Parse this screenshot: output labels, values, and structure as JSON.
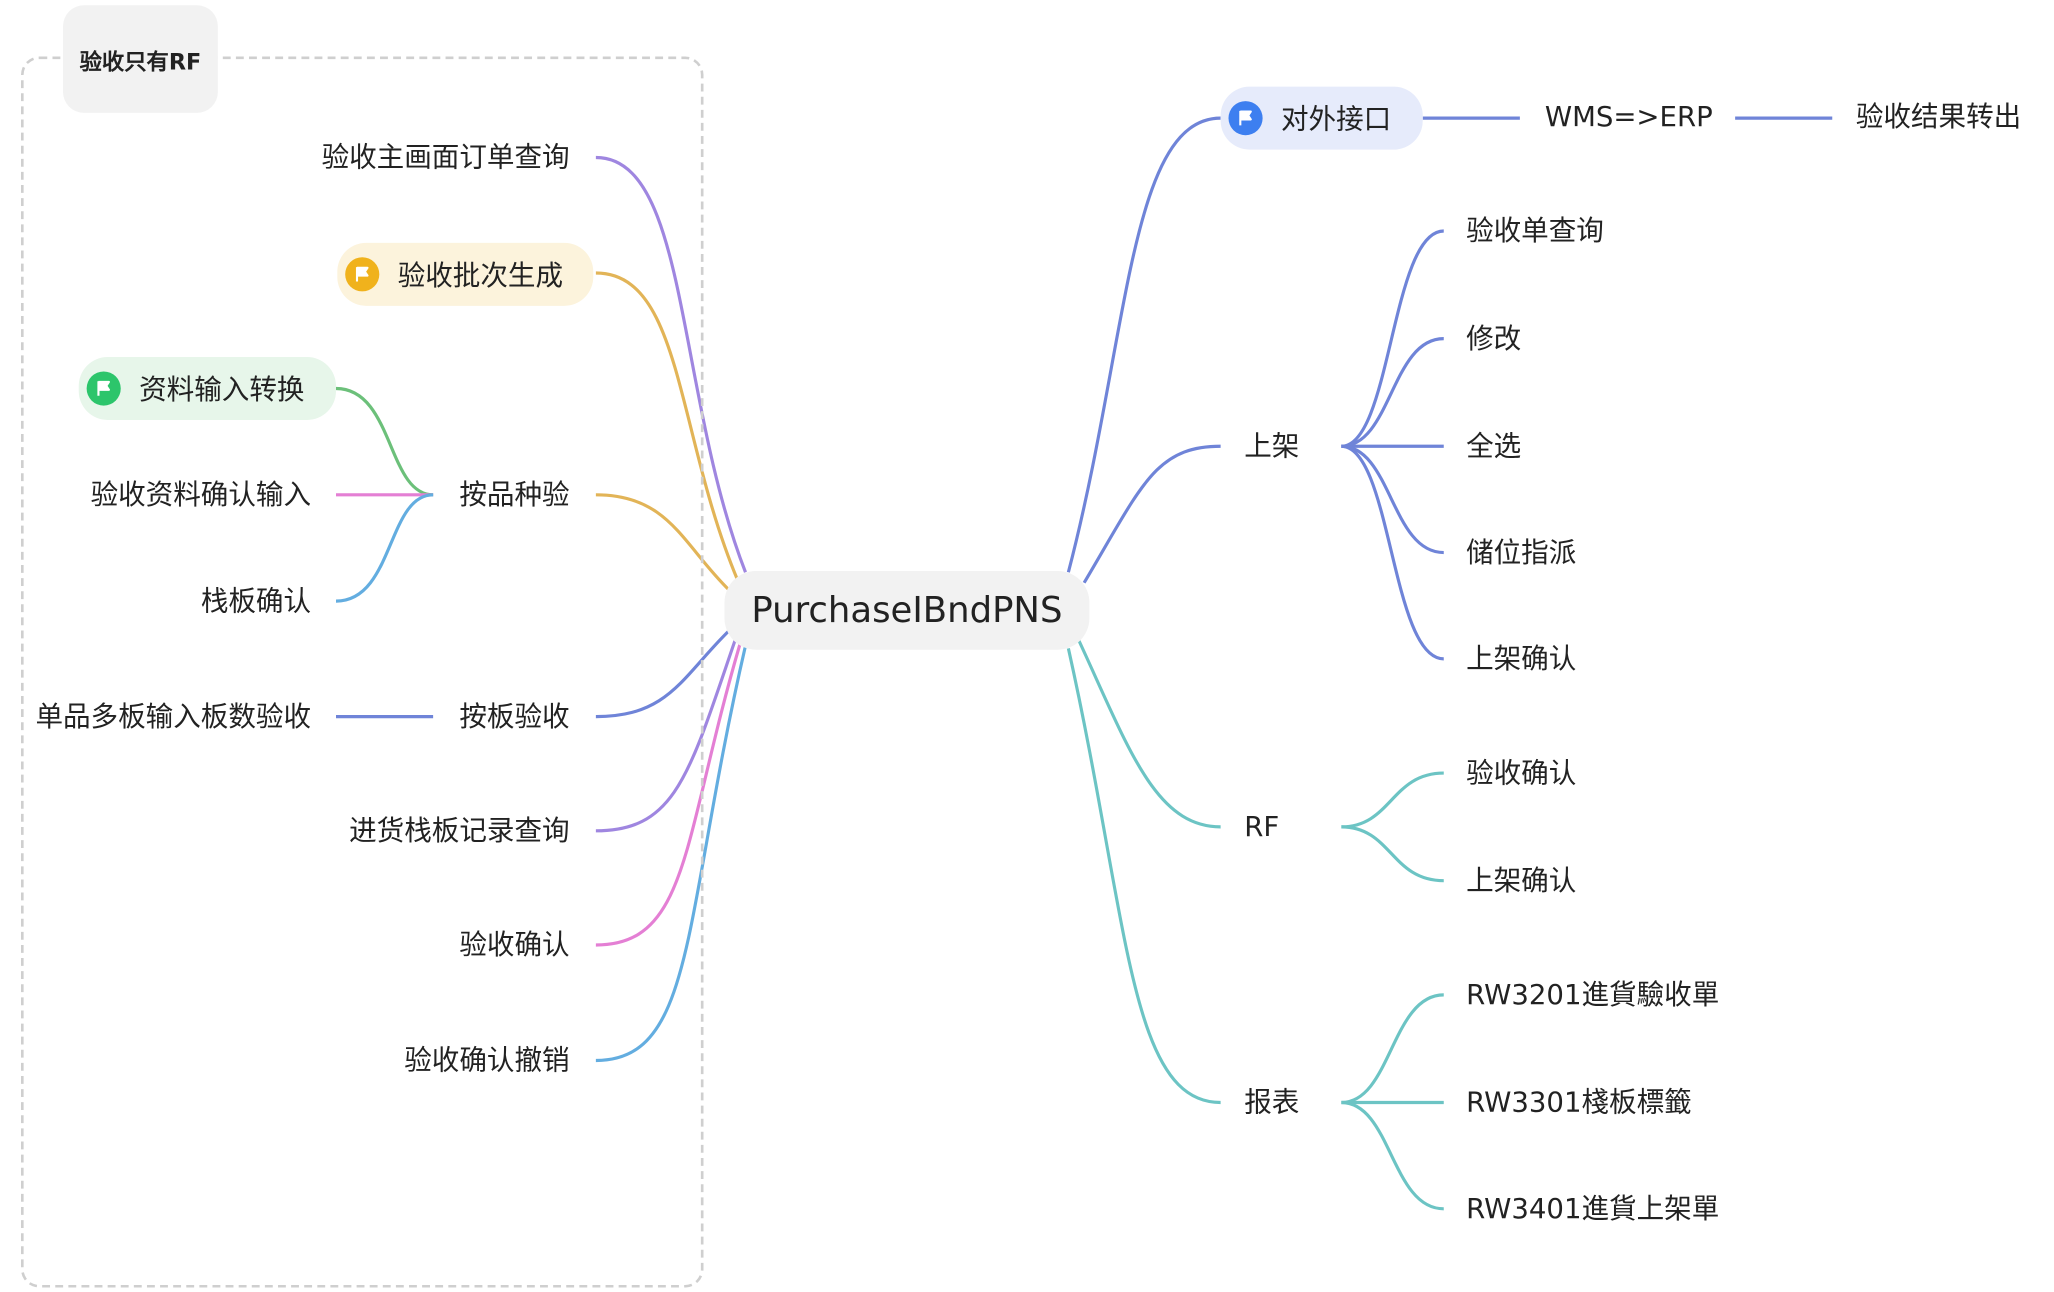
{
  "root": {
    "label": "PurchaseIBndPNS"
  },
  "boundary": {
    "label": "验收只有RF"
  },
  "left": {
    "order_query": "验收主画面订单查询",
    "batch_gen": "验收批次生成",
    "by_product": {
      "label": "按品种验",
      "children": [
        "资料输入转换",
        "验收资料确认输入",
        "栈板确认"
      ]
    },
    "by_pallet": {
      "label": "按板验收",
      "children": [
        "单品多板输入板数验收"
      ]
    },
    "pallet_record": "进货栈板记录查询",
    "confirm": "验收确认",
    "confirm_cancel": "验收确认撤销"
  },
  "right": {
    "interface": {
      "label": "对外接口",
      "child": "WMS=>ERP",
      "grandchild": "验收结果转出"
    },
    "putaway": {
      "label": "上架",
      "children": [
        "验收单查询",
        "修改",
        "全选",
        "储位指派",
        "上架确认"
      ]
    },
    "rf": {
      "label": "RF",
      "children": [
        "验收确认",
        "上架确认"
      ]
    },
    "report": {
      "label": "报表",
      "children": [
        "RW3201進貨驗收單",
        "RW3301棧板標籤",
        "RW3401進貨上架單"
      ]
    }
  },
  "markers": {
    "interface_flag": "flag-icon",
    "batch_flag": "flag-icon",
    "convert_flag": "flag-icon"
  },
  "colors": {
    "purple": "#9f86e0",
    "orange": "#e2b457",
    "green": "#6cc07a",
    "pink": "#e47fd4",
    "light_blue": "#63ade0",
    "blue": "#6f84d8",
    "teal": "#6cc4c4",
    "flag_blue": "#3d7ff0",
    "flag_yellow": "#f0b21c",
    "flag_green": "#2cc56b"
  }
}
